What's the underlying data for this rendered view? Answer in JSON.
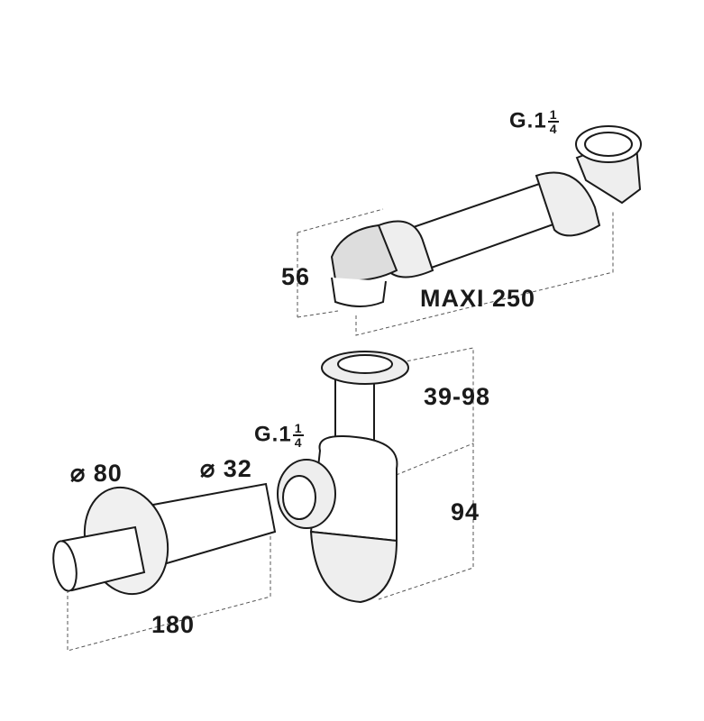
{
  "labels": {
    "top_thread": {
      "main": "G.1",
      "num": "1",
      "den": "4"
    },
    "elbow_height": "56",
    "max_length": "MAXI 250",
    "adjust_height": "39-98",
    "side_thread": {
      "main": "G.1",
      "num": "1",
      "den": "4"
    },
    "body_height": "94",
    "rosette_diameter": "⌀ 80",
    "pipe_diameter": "⌀ 32",
    "pipe_length": "180"
  },
  "colors": {
    "line": "#1a1a1a",
    "dash": "#555555",
    "fill": "#ffffff",
    "shade": "#e6e6e6"
  }
}
